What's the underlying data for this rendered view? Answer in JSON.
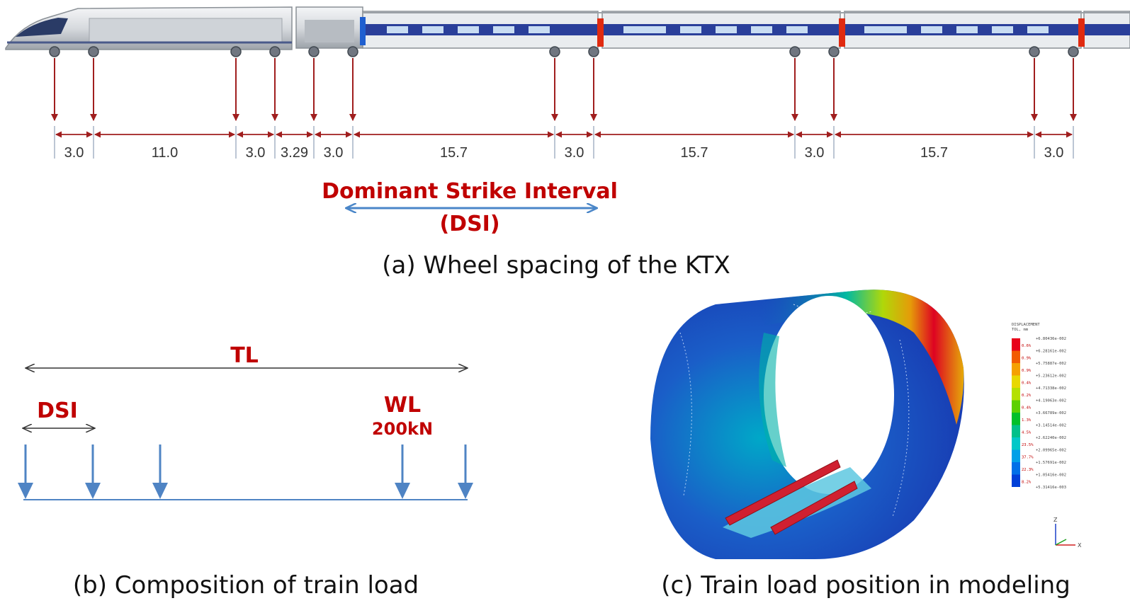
{
  "panel_a": {
    "spacings": [
      "3.0",
      "11.0",
      "3.0",
      "3.29",
      "3.0",
      "15.7",
      "3.0",
      "15.7",
      "3.0",
      "15.7",
      "3.0"
    ],
    "dsi_title": "Dominant Strike Interval",
    "dsi_abbr": "(DSI)",
    "caption": "(a) Wheel spacing of the KTX"
  },
  "panel_b": {
    "tl_label": "TL",
    "dsi_label": "DSI",
    "wl_label": "WL",
    "wl_value": "200kN",
    "caption": "(b) Composition of train load"
  },
  "panel_c": {
    "legend_title": "DISPLACEMENT",
    "legend_subtitle": "TOL, mm",
    "legend_values": [
      "+6.80436e-002",
      "+6.28161e-002",
      "+5.75887e-002",
      "+5.23612e-002",
      "+4.71338e-002",
      "+4.19063e-002",
      "+3.66789e-002",
      "+3.14514e-002",
      "+2.62240e-002",
      "+2.09965e-002",
      "+1.57691e-002",
      "+1.05416e-002",
      "+5.31416e-003"
    ],
    "legend_percents": [
      "0.6%",
      "0.9%",
      "0.9%",
      "0.4%",
      "0.2%",
      "0.4%",
      "1.3%",
      "4.5%",
      "23.5%",
      "37.7%",
      "22.3%",
      "8.2%"
    ],
    "legend_colors": [
      "#e8001a",
      "#f25c00",
      "#f5a000",
      "#e8d800",
      "#b4e000",
      "#5cd000",
      "#00c02a",
      "#00c08a",
      "#00c8c8",
      "#00a0e8",
      "#0070e8",
      "#0040d8"
    ],
    "axis_z": "Z",
    "axis_x": "X",
    "caption": "(c) Train load position in modeling"
  },
  "colors": {
    "dim_arrow": "#a01e1e",
    "dsi_arrow": "#4a86c8",
    "load_arrow": "#4f84c4",
    "red_text": "#c00000"
  }
}
